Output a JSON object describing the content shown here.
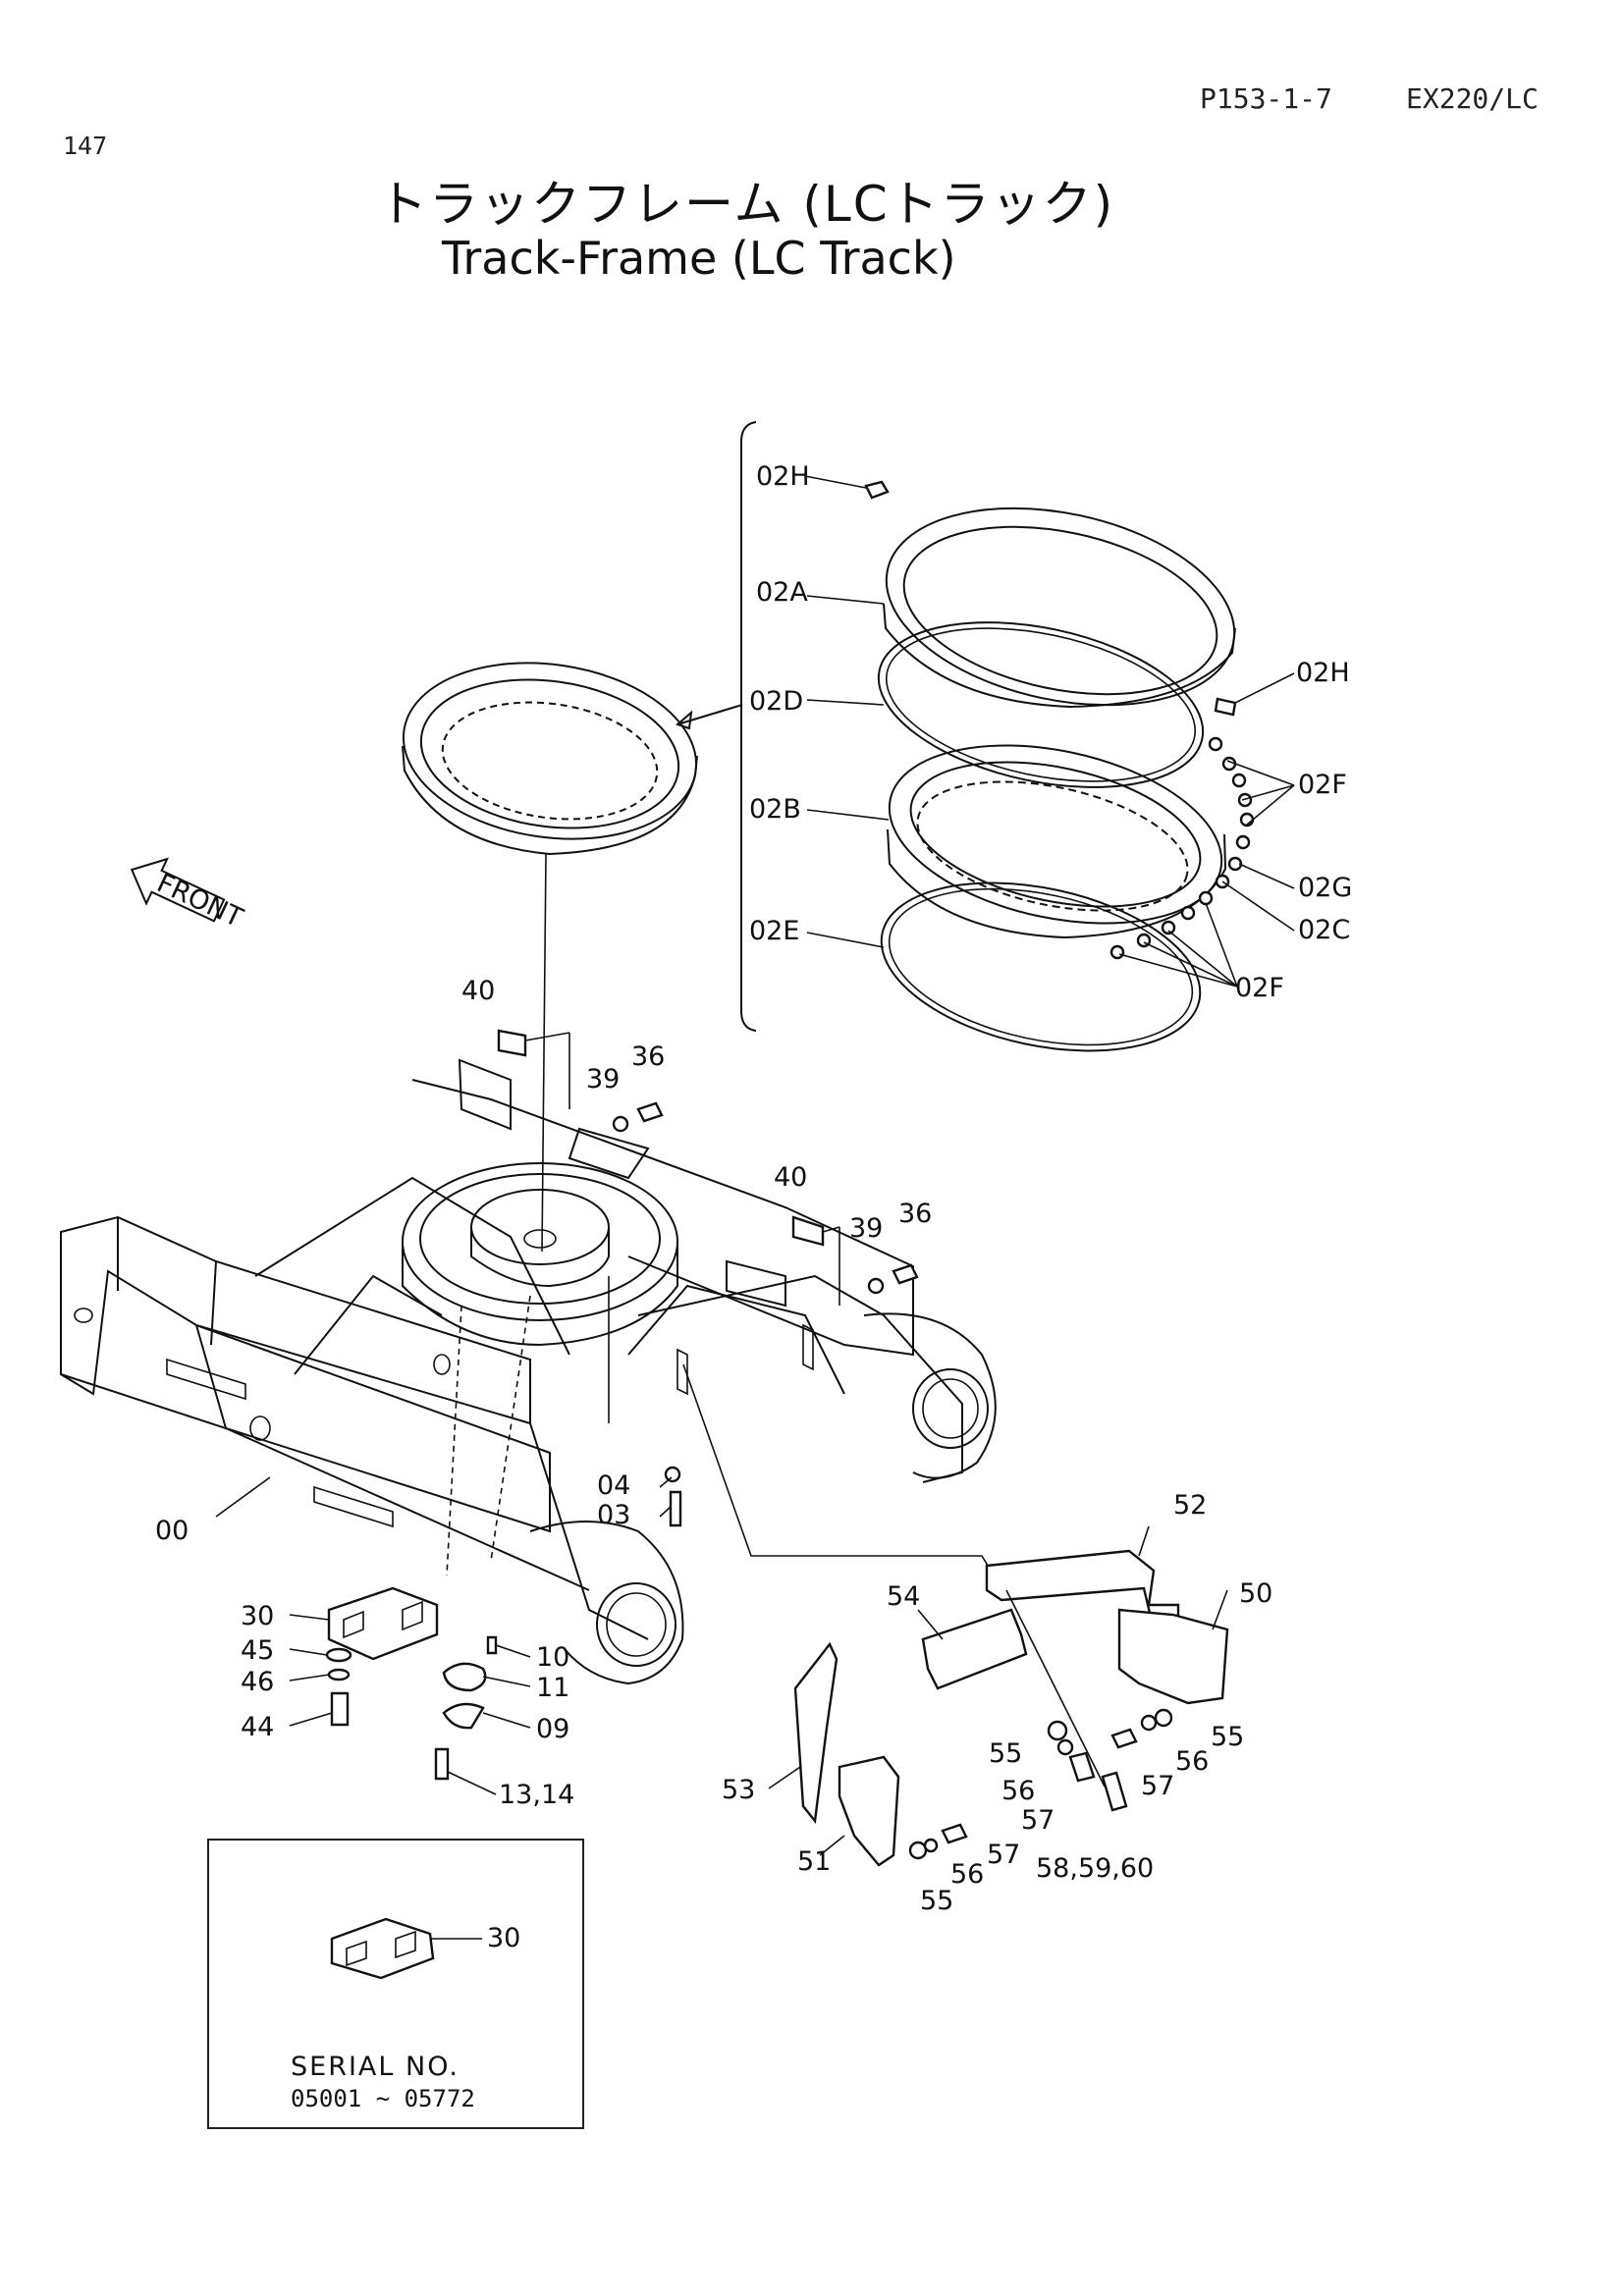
{
  "header": {
    "page_number": "147",
    "page_code": "P153-1-7",
    "model": "EX220/LC"
  },
  "title": {
    "japanese": "トラックフレーム (LCトラック)",
    "english": "Track-Frame (LC Track)"
  },
  "front_label": "FRONT",
  "callouts": {
    "c02H_top": "02H",
    "c02A": "02A",
    "c02H_right": "02H",
    "c02D": "02D",
    "c02F_top": "02F",
    "c02B": "02B",
    "c02G": "02G",
    "c02E": "02E",
    "c02C": "02C",
    "c02F_bottom": "02F",
    "c40_left": "40",
    "c39_left": "39",
    "c36_left": "36",
    "c40_right": "40",
    "c39_right": "39",
    "c36_right": "36",
    "c04": "04",
    "c03": "03",
    "c00": "00",
    "c52": "52",
    "c50": "50",
    "c54": "54",
    "c30": "30",
    "c45": "45",
    "c46": "46",
    "c44": "44",
    "c10": "10",
    "c11": "11",
    "c09": "09",
    "c13_14": "13,14",
    "c55_a": "55",
    "c56_a": "56",
    "c57_a": "57",
    "c55_b": "55",
    "c56_b": "56",
    "c57_b": "57",
    "c53": "53",
    "c51": "51",
    "c57_c": "57",
    "c56_c": "56",
    "c55_c": "55",
    "c58_59_60": "58,59,60"
  },
  "inset": {
    "callout": "30",
    "serial_label": "SERIAL  NO.",
    "serial_range": "05001 ~ 05772"
  }
}
